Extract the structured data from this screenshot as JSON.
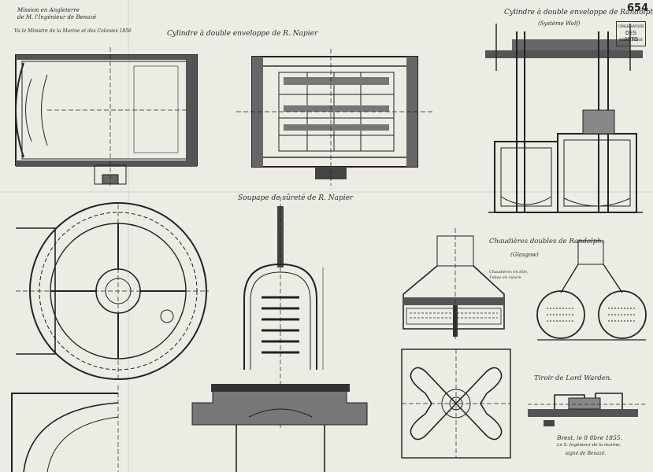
{
  "sheet": {
    "page_number": "654",
    "header_line1": "Mission en Angleterre",
    "header_line2": "de M. l'Ingénieur de Benazé",
    "header_line3": "Vu le Ministre de la Marine et des Colonies 1856"
  },
  "stamp": {
    "line1": "CONSERVATOIRE",
    "line2": "DES ARTS",
    "line3": "BIBLIOTHÈQUE"
  },
  "titles": {
    "napier_cylinder": "Cylindre à double enveloppe de R. Napier",
    "napier_valve": "Soupape de sûreté de R. Napier",
    "randolph_cylinder": "Cylindre à double enveloppe de Randolph.",
    "randolph_system": "(Système Wolf)",
    "randolph_boilers": "Chaudières doubles de Randolph.",
    "glasgow": "(Glasgow)",
    "note_line1": "Chaudières en tôle,",
    "note_line2": "Tubes en cuivre.",
    "lord_warden": "Tiroir de Lord Warden."
  },
  "signature": {
    "line1": "Brest, le 8 8bre 1855.",
    "line2": "Le S. Ingénieur de la marine,",
    "line3": "signé de Benazé."
  },
  "colors": {
    "paper": "#ecebe4",
    "ink": "#222222"
  }
}
